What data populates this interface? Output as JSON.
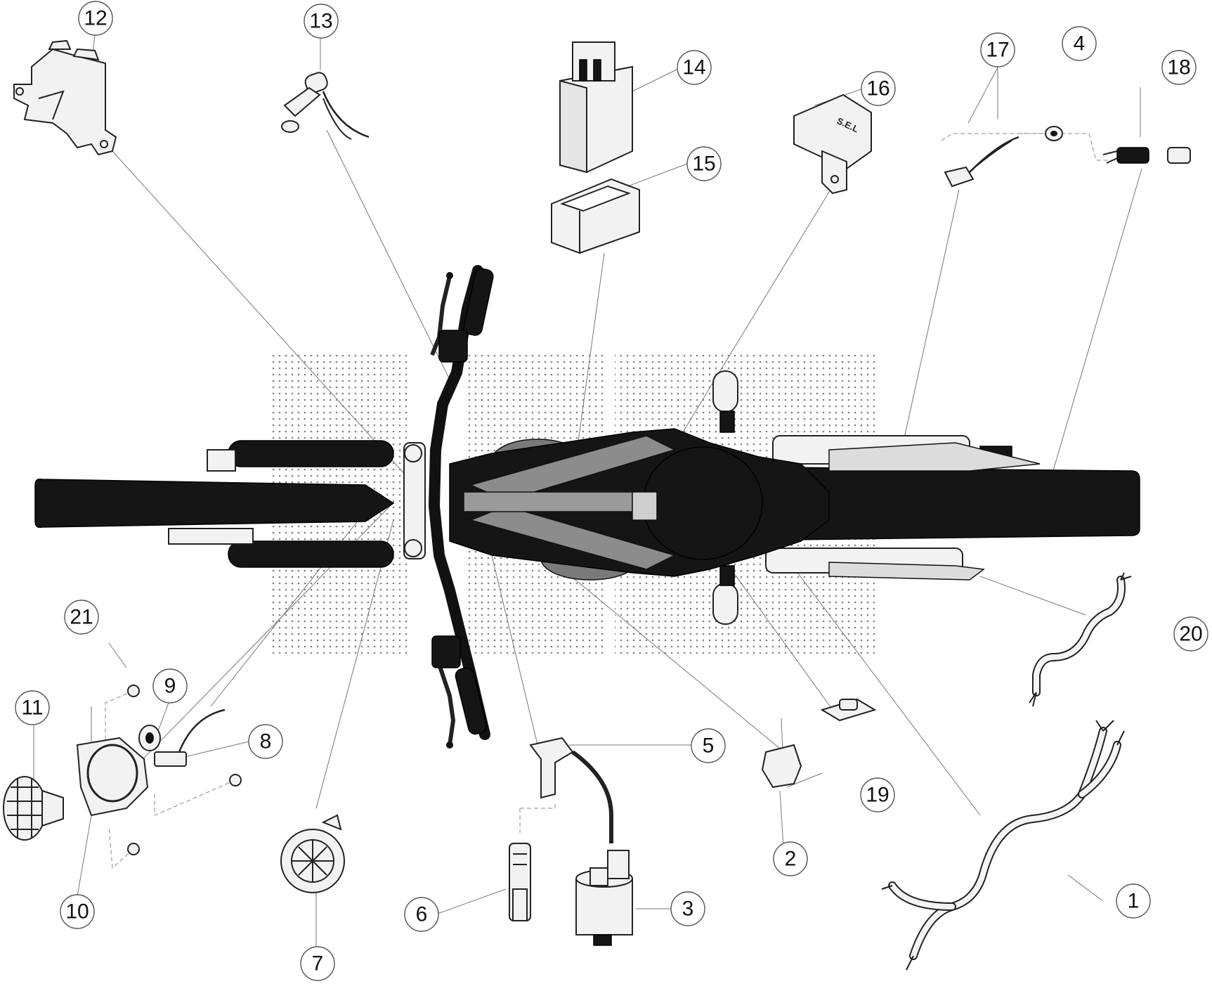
{
  "diagram": {
    "callouts": [
      {
        "id": "1",
        "label": "1"
      },
      {
        "id": "2",
        "label": "2"
      },
      {
        "id": "3",
        "label": "3"
      },
      {
        "id": "4",
        "label": "4"
      },
      {
        "id": "5",
        "label": "5"
      },
      {
        "id": "6",
        "label": "6"
      },
      {
        "id": "7",
        "label": "7"
      },
      {
        "id": "8",
        "label": "8"
      },
      {
        "id": "9",
        "label": "9"
      },
      {
        "id": "10",
        "label": "10"
      },
      {
        "id": "11",
        "label": "11"
      },
      {
        "id": "12",
        "label": "12"
      },
      {
        "id": "13",
        "label": "13"
      },
      {
        "id": "14",
        "label": "14"
      },
      {
        "id": "15",
        "label": "15"
      },
      {
        "id": "16",
        "label": "16"
      },
      {
        "id": "17",
        "label": "17"
      },
      {
        "id": "18",
        "label": "18"
      },
      {
        "id": "19",
        "label": "19"
      },
      {
        "id": "20",
        "label": "20"
      },
      {
        "id": "21",
        "label": "21"
      }
    ],
    "relay_label": "S.E.L"
  }
}
